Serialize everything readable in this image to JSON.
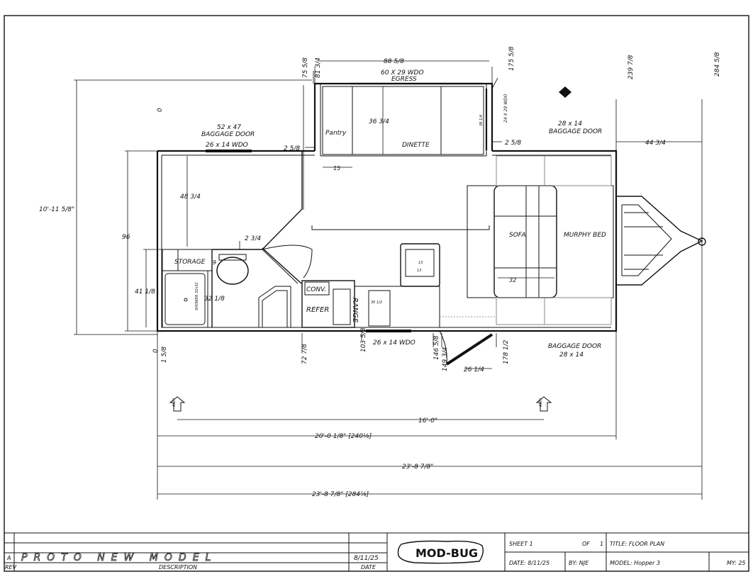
{
  "title_block": {
    "rev_label": "REV",
    "rev_value": "A",
    "description_label": "DESCRIPTION",
    "description_value": "PROTO NEW MODEL",
    "date_label": "DATE",
    "date_value": "8/11/25",
    "sheet": "SHEET 1",
    "of": "OF",
    "sheet_total": "1",
    "title": "TITLE: FLOOR PLAN",
    "date_full": "DATE: 8/11/25",
    "by": "BY: NJE",
    "model": "MODEL: Hopper 3",
    "my": "MY: 25",
    "logo": "MOD-BUG"
  },
  "rooms": {
    "pantry": "Pantry",
    "dinette": "DINETTE",
    "sofa": "SOFA",
    "murphy_bed": "MURPHY BED",
    "storage": "STORAGE",
    "conv": "CONV.",
    "refer": "REFER",
    "range": "RANGE",
    "shower": "SHOWER 32x32",
    "sink": "13",
    "sink_inner": "13"
  },
  "doors": {
    "baggage_left": "BAGGAGE DOOR",
    "baggage_left_size": "52 x 47",
    "wdo_top_left": "26 x 14 WDO",
    "egress_size": "60 X 29 WDO",
    "egress": "EGRESS",
    "baggage_right_top": "BAGGAGE DOOR",
    "baggage_right_top_size": "28 x 14",
    "wdo_bottom": "26 x 14 WDO",
    "baggage_right_bottom": "BAGGAGE DOOR",
    "baggage_right_bottom_size": "28 x 14",
    "side_wdo": "24 X 29 WDO",
    "awn": "AWN"
  },
  "dimensions": {
    "d_88_5_8": "88 5/8",
    "d_75_5_8": "75 5/8",
    "d_81_3_4": "81 3/4",
    "d_175_5_8": "175 5/8",
    "d_239_7_8": "239 7/8",
    "d_284_5_8": "284 5/8",
    "d_36_3_4": "36 3/4",
    "d_38_1_4": "38 1/4",
    "d_0_top": "0",
    "d_2_5_8_left": "2 5/8",
    "d_2_5_8_right": "2 5/8",
    "d_15": "15",
    "d_44_3_4": "44 3/4",
    "d_10ft": "10'-11 5/8\"",
    "d_96": "96",
    "d_48_3_4": "48 3/4",
    "d_2_3_4": "2 3/4",
    "d_9": "9",
    "d_41_1_8": "41 1/8",
    "d_32_1_8": "32 1/8",
    "d_30_1_2": "30 1/2",
    "d_32": "32",
    "d_0_bottom": "0",
    "d_1_5_8": "1 5/8",
    "d_72_7_8": "72 7/8",
    "d_103_5_8": "103 5/8",
    "d_146_5_8": "146 5/8",
    "d_149_3_4": "149 3/4",
    "d_26_1_4": "26 1/4",
    "d_178_1_2": "178 1/2",
    "d_16ft": "16'-0\"",
    "d_20ft": "20'-0 1/8\" [240⅛]",
    "d_23ft_a": "23'-8 7/8\"",
    "d_23ft_b": "23'-8 7/8\" [284⅞]"
  }
}
